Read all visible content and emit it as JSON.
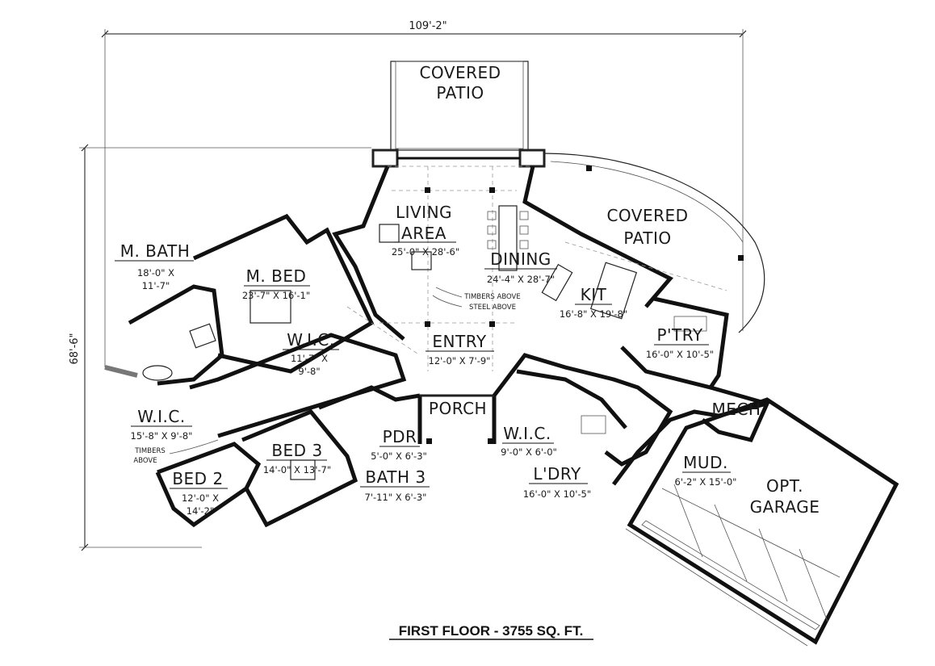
{
  "overall": {
    "width": "109'-2\"",
    "depth": "68'-6\""
  },
  "caption": "FIRST FLOOR - 3755 SQ. FT.",
  "rooms": {
    "covered_patio_rear": {
      "name1": "COVERED",
      "name2": "PATIO"
    },
    "living": {
      "name1": "LIVING",
      "name2": "AREA",
      "dims": "25'-0\" X 28'-6\""
    },
    "dining": {
      "name": "DINING",
      "dims": "24'-4\" X 28'-7\""
    },
    "covered_patio_side": {
      "name1": "COVERED",
      "name2": "PATIO"
    },
    "kitchen": {
      "name": "KIT",
      "dims": "16'-8\" X 19'-8\""
    },
    "pantry": {
      "name": "P'TRY",
      "dims": "16'-0\" X 10'-5\""
    },
    "mech": {
      "name": "MECH"
    },
    "mud": {
      "name": "MUD.",
      "dims": "6'-2\" X 15'-0\""
    },
    "garage": {
      "name1": "OPT.",
      "name2": "GARAGE"
    },
    "laundry": {
      "name": "L'DRY",
      "dims": "16'-0\" X 10'-5\""
    },
    "wic_right": {
      "name": "W.I.C.",
      "dims": "9'-0\" X 6'-0\""
    },
    "porch": {
      "name": "PORCH"
    },
    "entry": {
      "name": "ENTRY",
      "dims": "12'-0\" X 7'-9\""
    },
    "pdr": {
      "name": "PDR",
      "dims": "5'-0\" X 6'-3\""
    },
    "bath3": {
      "name": "BATH 3",
      "dims": "7'-11\" X 6'-3\""
    },
    "bed3": {
      "name": "BED 3",
      "dims": "14'-0\" X 13'-7\""
    },
    "bed2": {
      "name": "BED 2",
      "dims1": "12'-0\" X",
      "dims2": "14'-2\""
    },
    "wic_left": {
      "name": "W.I.C.",
      "dims": "15'-8\" X 9'-8\""
    },
    "wic_master": {
      "name": "W.I.C.",
      "dims1": "11'-7\" X",
      "dims2": "9'-8\""
    },
    "master_bed": {
      "name": "M. BED",
      "dims": "23'-7\" X 16'-1\""
    },
    "master_bath": {
      "name": "M. BATH",
      "dims1": "18'-0\" X",
      "dims2": "11'-7\""
    }
  },
  "notes": {
    "timbers_steel_1": "TIMBERS ABOVE",
    "timbers_steel_2": "STEEL ABOVE",
    "timbers_left_1": "TIMBERS",
    "timbers_left_2": "ABOVE"
  }
}
